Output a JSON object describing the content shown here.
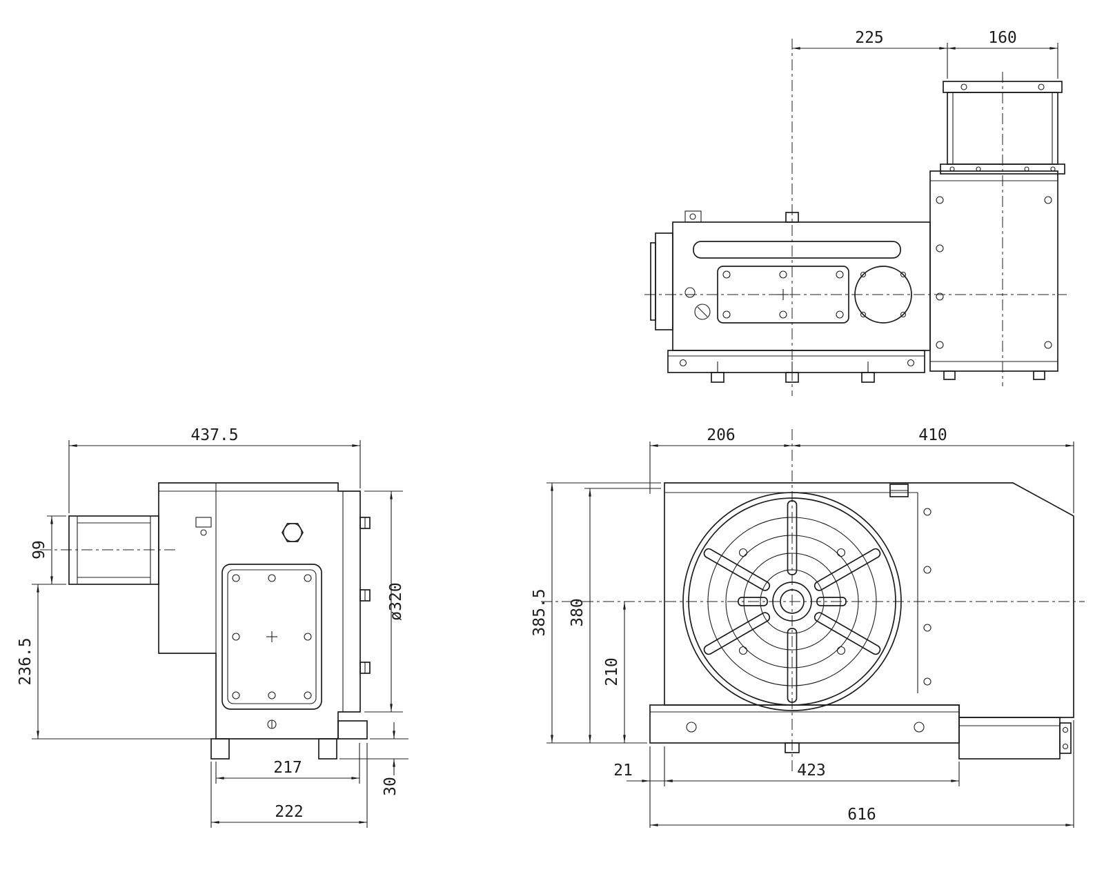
{
  "drawing": {
    "type": "engineering-drawing",
    "subject": "CNC rotary table - three orthographic views",
    "colors": {
      "ink": "#1c1c1c",
      "paper": "#ffffff"
    },
    "views": {
      "top": {
        "dims": {
          "center_to_column": "225",
          "column_width": "160"
        }
      },
      "side": {
        "dims": {
          "overall_width": "437.5",
          "shaft_diameter": "99",
          "center_to_base": "236.5",
          "table_diameter": "ø320",
          "foot_height": "30",
          "base_width": "217",
          "base_overall": "222"
        }
      },
      "front": {
        "dims": {
          "center_to_left": "206",
          "center_to_right": "410",
          "overall_height": "385.5",
          "body_height": "380",
          "center_height": "210",
          "base_overhang": "21",
          "body_width": "423",
          "overall_width": "616"
        }
      }
    }
  }
}
